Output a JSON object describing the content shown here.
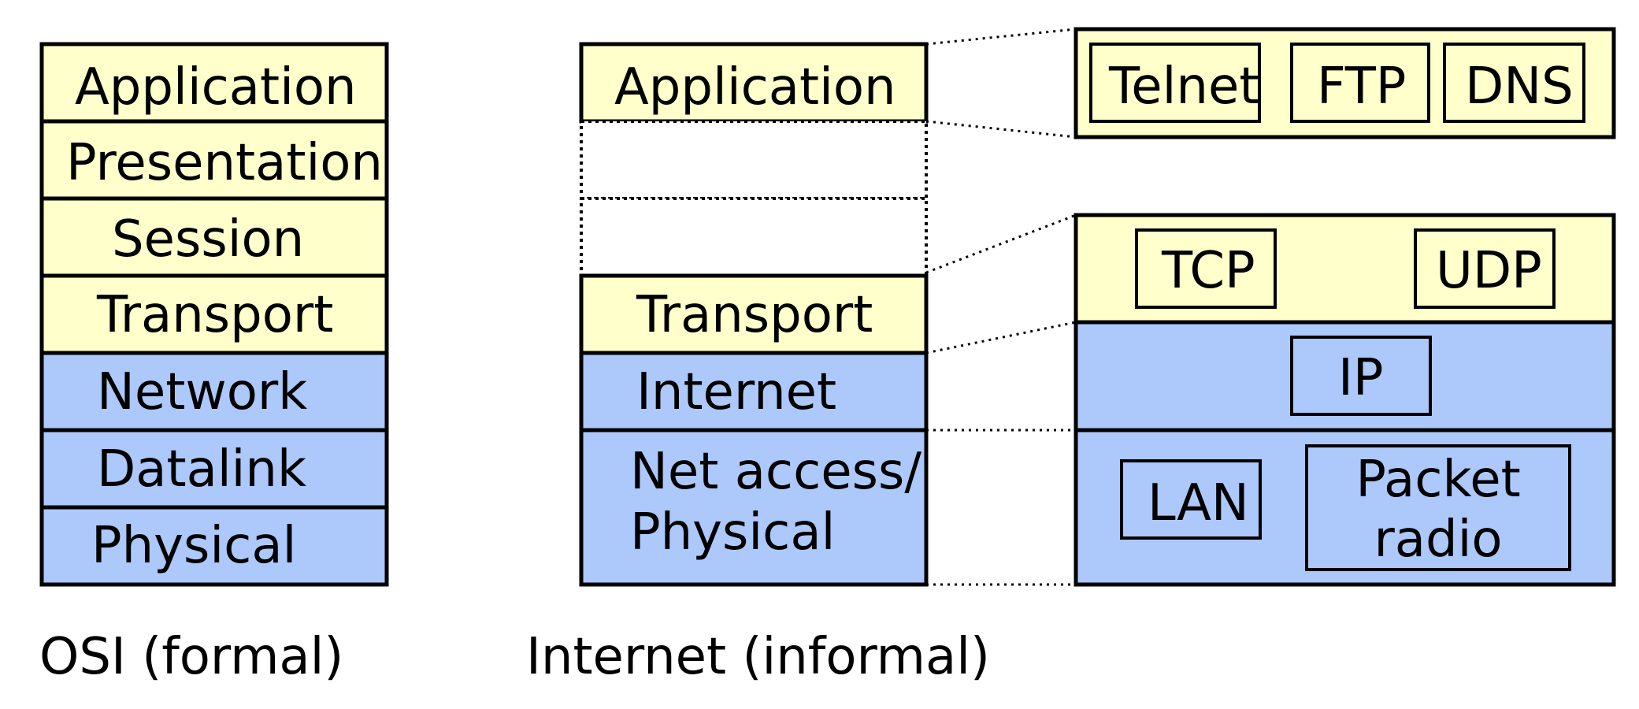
{
  "colors": {
    "upper_fill": "#ffffcc",
    "lower_fill": "#adc8fa",
    "stroke": "#000000",
    "background": "#ffffff"
  },
  "osi": {
    "caption": "OSI (formal)",
    "layers": [
      {
        "label": "Application",
        "group": "upper"
      },
      {
        "label": "Presentation",
        "group": "upper"
      },
      {
        "label": "Session",
        "group": "upper"
      },
      {
        "label": "Transport",
        "group": "upper"
      },
      {
        "label": "Network",
        "group": "lower"
      },
      {
        "label": "Datalink",
        "group": "lower"
      },
      {
        "label": "Physical",
        "group": "lower"
      }
    ]
  },
  "internet": {
    "caption": "Internet (informal)",
    "application": "Application",
    "transport": "Transport",
    "internet_layer": "Internet",
    "net_access_line1": "Net access/",
    "net_access_line2": "Physical"
  },
  "protocols": {
    "telnet": "Telnet",
    "ftp": "FTP",
    "dns": "DNS",
    "tcp": "TCP",
    "udp": "UDP",
    "ip": "IP",
    "lan": "LAN",
    "packet_radio_line1": "Packet",
    "packet_radio_line2": "radio"
  }
}
